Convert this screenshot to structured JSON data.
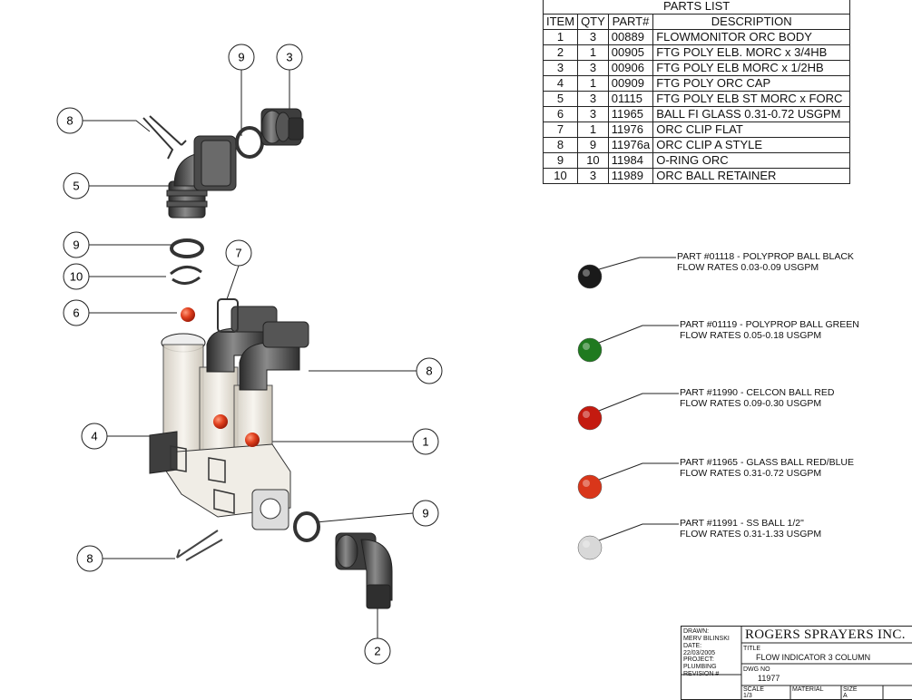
{
  "parts_list": {
    "title": "PARTS LIST",
    "headers": [
      "ITEM",
      "QTY",
      "PART#",
      "DESCRIPTION"
    ],
    "rows": [
      {
        "item": "1",
        "qty": "3",
        "part": "00889",
        "desc": "FLOWMONITOR ORC BODY"
      },
      {
        "item": "2",
        "qty": "1",
        "part": "00905",
        "desc": "FTG POLY ELB. MORC x 3/4HB"
      },
      {
        "item": "3",
        "qty": "3",
        "part": "00906",
        "desc": "FTG POLY ELB MORC x 1/2HB"
      },
      {
        "item": "4",
        "qty": "1",
        "part": "00909",
        "desc": "FTG POLY ORC CAP"
      },
      {
        "item": "5",
        "qty": "3",
        "part": "01115",
        "desc": "FTG POLY ELB ST MORC x FORC"
      },
      {
        "item": "6",
        "qty": "3",
        "part": "11965",
        "desc": "BALL FI GLASS 0.31-0.72 USGPM"
      },
      {
        "item": "7",
        "qty": "1",
        "part": "11976",
        "desc": "ORC CLIP FLAT"
      },
      {
        "item": "8",
        "qty": "9",
        "part": "11976a",
        "desc": "ORC CLIP A STYLE"
      },
      {
        "item": "9",
        "qty": "10",
        "part": "11984",
        "desc": "O-RING ORC"
      },
      {
        "item": "10",
        "qty": "3",
        "part": "11989",
        "desc": "ORC BALL RETAINER"
      }
    ]
  },
  "callouts": [
    "9",
    "3",
    "8",
    "5",
    "9",
    "10",
    "7",
    "6",
    "8",
    "4",
    "1",
    "9",
    "8",
    "2"
  ],
  "balls": [
    {
      "line1": "PART #01118 - POLYPROP BALL BLACK",
      "line2": "FLOW RATES 0.03-0.09 USGPM",
      "color": "#1a1a1a"
    },
    {
      "line1": "PART #01119 - POLYPROP BALL GREEN",
      "line2": "FLOW RATES 0.05-0.18 USGPM",
      "color": "#1f7a1f"
    },
    {
      "line1": "PART #11990 - CELCON BALL RED",
      "line2": "FLOW RATES 0.09-0.30 USGPM",
      "color": "#c41a10"
    },
    {
      "line1": "PART #11965 - GLASS BALL RED/BLUE",
      "line2": "FLOW RATES 0.31-0.72 USGPM",
      "color": "#d9361a"
    },
    {
      "line1": "PART #11991 - SS BALL 1/2\"",
      "line2": "FLOW RATES 0.31-1.33 USGPM",
      "color": "#d8d8d8"
    }
  ],
  "title_block": {
    "company": "ROGERS SPRAYERS INC.",
    "drawn_label": "DRAWN:",
    "drawn_by": "MERV BILINSKI",
    "date_label": "DATE:",
    "date": "22/03/2005",
    "project_label": "PROJECT:",
    "project": "PLUMBING",
    "revision_label": "REVISION #",
    "title_label": "TITLE",
    "title": "FLOW INDICATOR 3 COLUMN",
    "dwg_label": "DWG NO",
    "dwg_no": "11977",
    "scale_label": "SCALE",
    "scale": "1/3",
    "material_label": "MATERIAL",
    "size_label": "SIZE",
    "size": "A"
  },
  "colors": {
    "line": "#222222",
    "part_dark": "#3c3c3c",
    "part_mid": "#6a6a6a",
    "glass": "#e8e4dc",
    "ball_red": "#d9361a"
  }
}
